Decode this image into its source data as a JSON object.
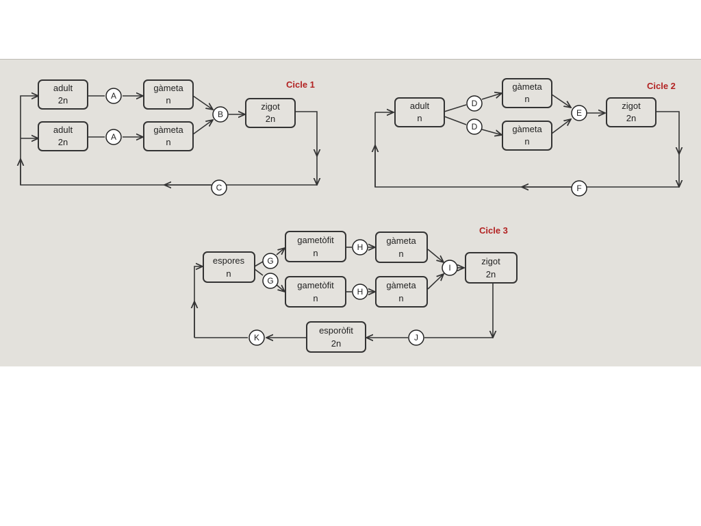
{
  "colors": {
    "title": "#b22222",
    "panel": "#e3e1dc",
    "box": "#e4e2dd",
    "line": "#333333"
  },
  "cycle1": {
    "title": "Cicle 1",
    "adult_top": [
      "adult",
      "2n"
    ],
    "adult_bottom": [
      "adult",
      "2n"
    ],
    "gameta_top": [
      "gàmeta",
      "n"
    ],
    "gameta_bottom": [
      "gàmeta",
      "n"
    ],
    "zigot": [
      "zigot",
      "2n"
    ],
    "label_a_top": "A",
    "label_a_bottom": "A",
    "label_b": "B",
    "label_c": "C"
  },
  "cycle2": {
    "title": "Cicle 2",
    "adult": [
      "adult",
      "n"
    ],
    "gameta_top": [
      "gàmeta",
      "n"
    ],
    "gameta_bottom": [
      "gàmeta",
      "n"
    ],
    "zigot": [
      "zigot",
      "2n"
    ],
    "label_d_top": "D",
    "label_d_bottom": "D",
    "label_e": "E",
    "label_f": "F"
  },
  "cycle3": {
    "title": "Cicle 3",
    "espores": [
      "espores",
      "n"
    ],
    "gametofit_top": [
      "gametòfit",
      "n"
    ],
    "gametofit_bottom": [
      "gametòfit",
      "n"
    ],
    "gameta_top": [
      "gàmeta",
      "n"
    ],
    "gameta_bottom": [
      "gàmeta",
      "n"
    ],
    "zigot": [
      "zigot",
      "2n"
    ],
    "esporofit": [
      "esporòfit",
      "2n"
    ],
    "label_g_top": "G",
    "label_g_bottom": "G",
    "label_h_top": "H",
    "label_h_bottom": "H",
    "label_i": "I",
    "label_j": "J",
    "label_k": "K"
  }
}
